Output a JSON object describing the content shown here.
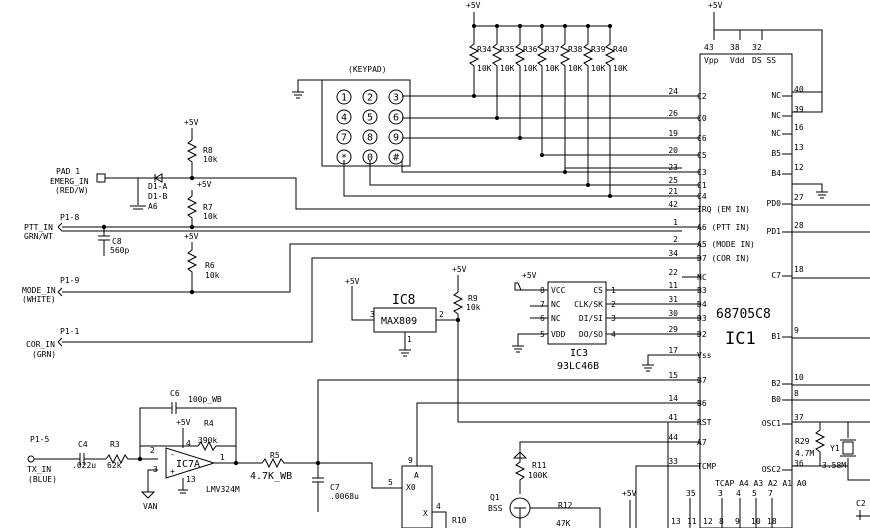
{
  "power": {
    "vcc": "+5V"
  },
  "keypad": {
    "label": "(KEYPAD)",
    "keys": [
      "1",
      "2",
      "3",
      "4",
      "5",
      "6",
      "7",
      "8",
      "9",
      "*",
      "0",
      "#"
    ]
  },
  "pullups": [
    {
      "ref": "R34",
      "value": "10K"
    },
    {
      "ref": "R35",
      "value": "10K"
    },
    {
      "ref": "R36",
      "value": "10K"
    },
    {
      "ref": "R37",
      "value": "10K"
    },
    {
      "ref": "R38",
      "value": "10K"
    },
    {
      "ref": "R39",
      "value": "10K"
    },
    {
      "ref": "R40",
      "value": "10K"
    }
  ],
  "ic1": {
    "part": "68705C8",
    "ref": "IC1",
    "top_pins": [
      {
        "num": "43",
        "name": "Vpp"
      },
      {
        "num": "38",
        "name": "Vdd"
      },
      {
        "num": "32",
        "name": "DS SS"
      }
    ],
    "left_pins": [
      {
        "num": "24",
        "name": "C2"
      },
      {
        "num": "26",
        "name": "C0"
      },
      {
        "num": "19",
        "name": "C6"
      },
      {
        "num": "20",
        "name": "C5"
      },
      {
        "num": "23",
        "name": "C3"
      },
      {
        "num": "25",
        "name": "C1"
      },
      {
        "num": "21",
        "name": "C4"
      },
      {
        "num": "42",
        "name": "IRQ (EM IN)"
      },
      {
        "num": "1",
        "name": "A6 (PTT IN)"
      },
      {
        "num": "2",
        "name": "A5 (MODE IN)"
      },
      {
        "num": "34",
        "name": "D7 (COR IN)"
      },
      {
        "num": "22",
        "name": "NC"
      },
      {
        "num": "11",
        "name": "B3"
      },
      {
        "num": "31",
        "name": "D4"
      },
      {
        "num": "30",
        "name": "D3"
      },
      {
        "num": "29",
        "name": "D2"
      },
      {
        "num": "17",
        "name": "Vss"
      },
      {
        "num": "15",
        "name": "B7"
      },
      {
        "num": "14",
        "name": "B6"
      },
      {
        "num": "41",
        "name": "RST"
      },
      {
        "num": "44",
        "name": "A7"
      },
      {
        "num": "33",
        "name": "TCMP"
      }
    ],
    "right_pins": [
      {
        "num": "40",
        "name": "NC"
      },
      {
        "num": "39",
        "name": "NC"
      },
      {
        "num": "16",
        "name": "NC"
      },
      {
        "num": "13",
        "name": "B5"
      },
      {
        "num": "12",
        "name": "B4"
      },
      {
        "num": "27",
        "name": "PD0"
      },
      {
        "num": "28",
        "name": "PD1"
      },
      {
        "num": "18",
        "name": "C7"
      },
      {
        "num": "9",
        "name": "B1"
      },
      {
        "num": "10",
        "name": "B2"
      },
      {
        "num": "8",
        "name": "B0"
      },
      {
        "num": "37",
        "name": "OSC1"
      },
      {
        "num": "36",
        "name": "OSC2"
      }
    ],
    "bottom_names": "TCAP A4 A3 A2 A1 A0",
    "bottom_pins": [
      "35",
      "3",
      "4",
      "5",
      "7"
    ],
    "bottom_pins2": [
      "13",
      "11",
      "12",
      "8",
      "9",
      "10",
      "18"
    ]
  },
  "inputs": {
    "pad1": {
      "line1": "PAD 1",
      "line2": "EMERG_IN",
      "line3": "(RED/W)"
    },
    "ptt": {
      "conn": "P1-8",
      "line1": "PTT_IN",
      "line2": "GRN/WT"
    },
    "mode": {
      "conn": "P1-9",
      "line1": "MODE_IN",
      "line2": "(WHITE)"
    },
    "cor": {
      "conn": "P1-1",
      "line1": "COR_IN",
      "line2": "(GRN)"
    },
    "tx": {
      "conn": "P1-5",
      "line1": "TX_IN",
      "line2": "(BLUE)"
    }
  },
  "parts": {
    "r8": {
      "ref": "R8",
      "value": "10k"
    },
    "r7": {
      "ref": "R7",
      "value": "10k"
    },
    "r6": {
      "ref": "R6",
      "value": "10k"
    },
    "r9": {
      "ref": "R9",
      "value": "10k"
    },
    "d1a": "D1-A",
    "d1b": "D1-B",
    "a6": "A6",
    "c8": {
      "ref": "C8",
      "value": "560p"
    },
    "c6": {
      "ref": "C6",
      "value": "100p_WB"
    },
    "r4": {
      "ref": "R4",
      "value": "390k"
    },
    "c4": {
      "ref": "C4",
      "value": ".022u"
    },
    "r3": {
      "ref": "R3",
      "value": "62k"
    },
    "r5": {
      "ref": "R5",
      "value": "4.7K_WB"
    },
    "c7": {
      "ref": "C7",
      "value": ".0068u"
    },
    "r11": {
      "ref": "R11",
      "value": "100K"
    },
    "q1": {
      "ref": "Q1",
      "value": "BSS"
    },
    "r12": {
      "ref": "R12",
      "value": "47K"
    },
    "r10": "R10",
    "r29": {
      "ref": "R29",
      "value": "4.7M"
    },
    "y1": {
      "ref": "Y1",
      "value": "3.58M"
    },
    "c2": "C2"
  },
  "ic8": {
    "ref": "IC8",
    "part": "MAX809",
    "pin_left": "3",
    "pin_right": "2",
    "pin_bottom": "1"
  },
  "ic3": {
    "ref": "IC3",
    "part": "93LC46B",
    "left": [
      {
        "num": "8",
        "name": "VCC"
      },
      {
        "num": "7",
        "name": "NC"
      },
      {
        "num": "6",
        "name": "NC"
      },
      {
        "num": "5",
        "name": "VDD"
      }
    ],
    "right": [
      {
        "num": "1",
        "name": "CS"
      },
      {
        "num": "2",
        "name": "CLK/SK"
      },
      {
        "num": "3",
        "name": "DI/SI"
      },
      {
        "num": "4",
        "name": "DO/SO"
      }
    ]
  },
  "ic7": {
    "ref": "IC7A",
    "part": "LMV324M",
    "pin_minus": "2",
    "pin_plus": "3",
    "pin_out": "1",
    "pin_v": "4",
    "pin_gnd": "13",
    "van": "VAN"
  },
  "mux": {
    "pin9": "9",
    "pin5": "5",
    "a": "A",
    "x0": "X0",
    "pin4": "4",
    "x": "X"
  }
}
